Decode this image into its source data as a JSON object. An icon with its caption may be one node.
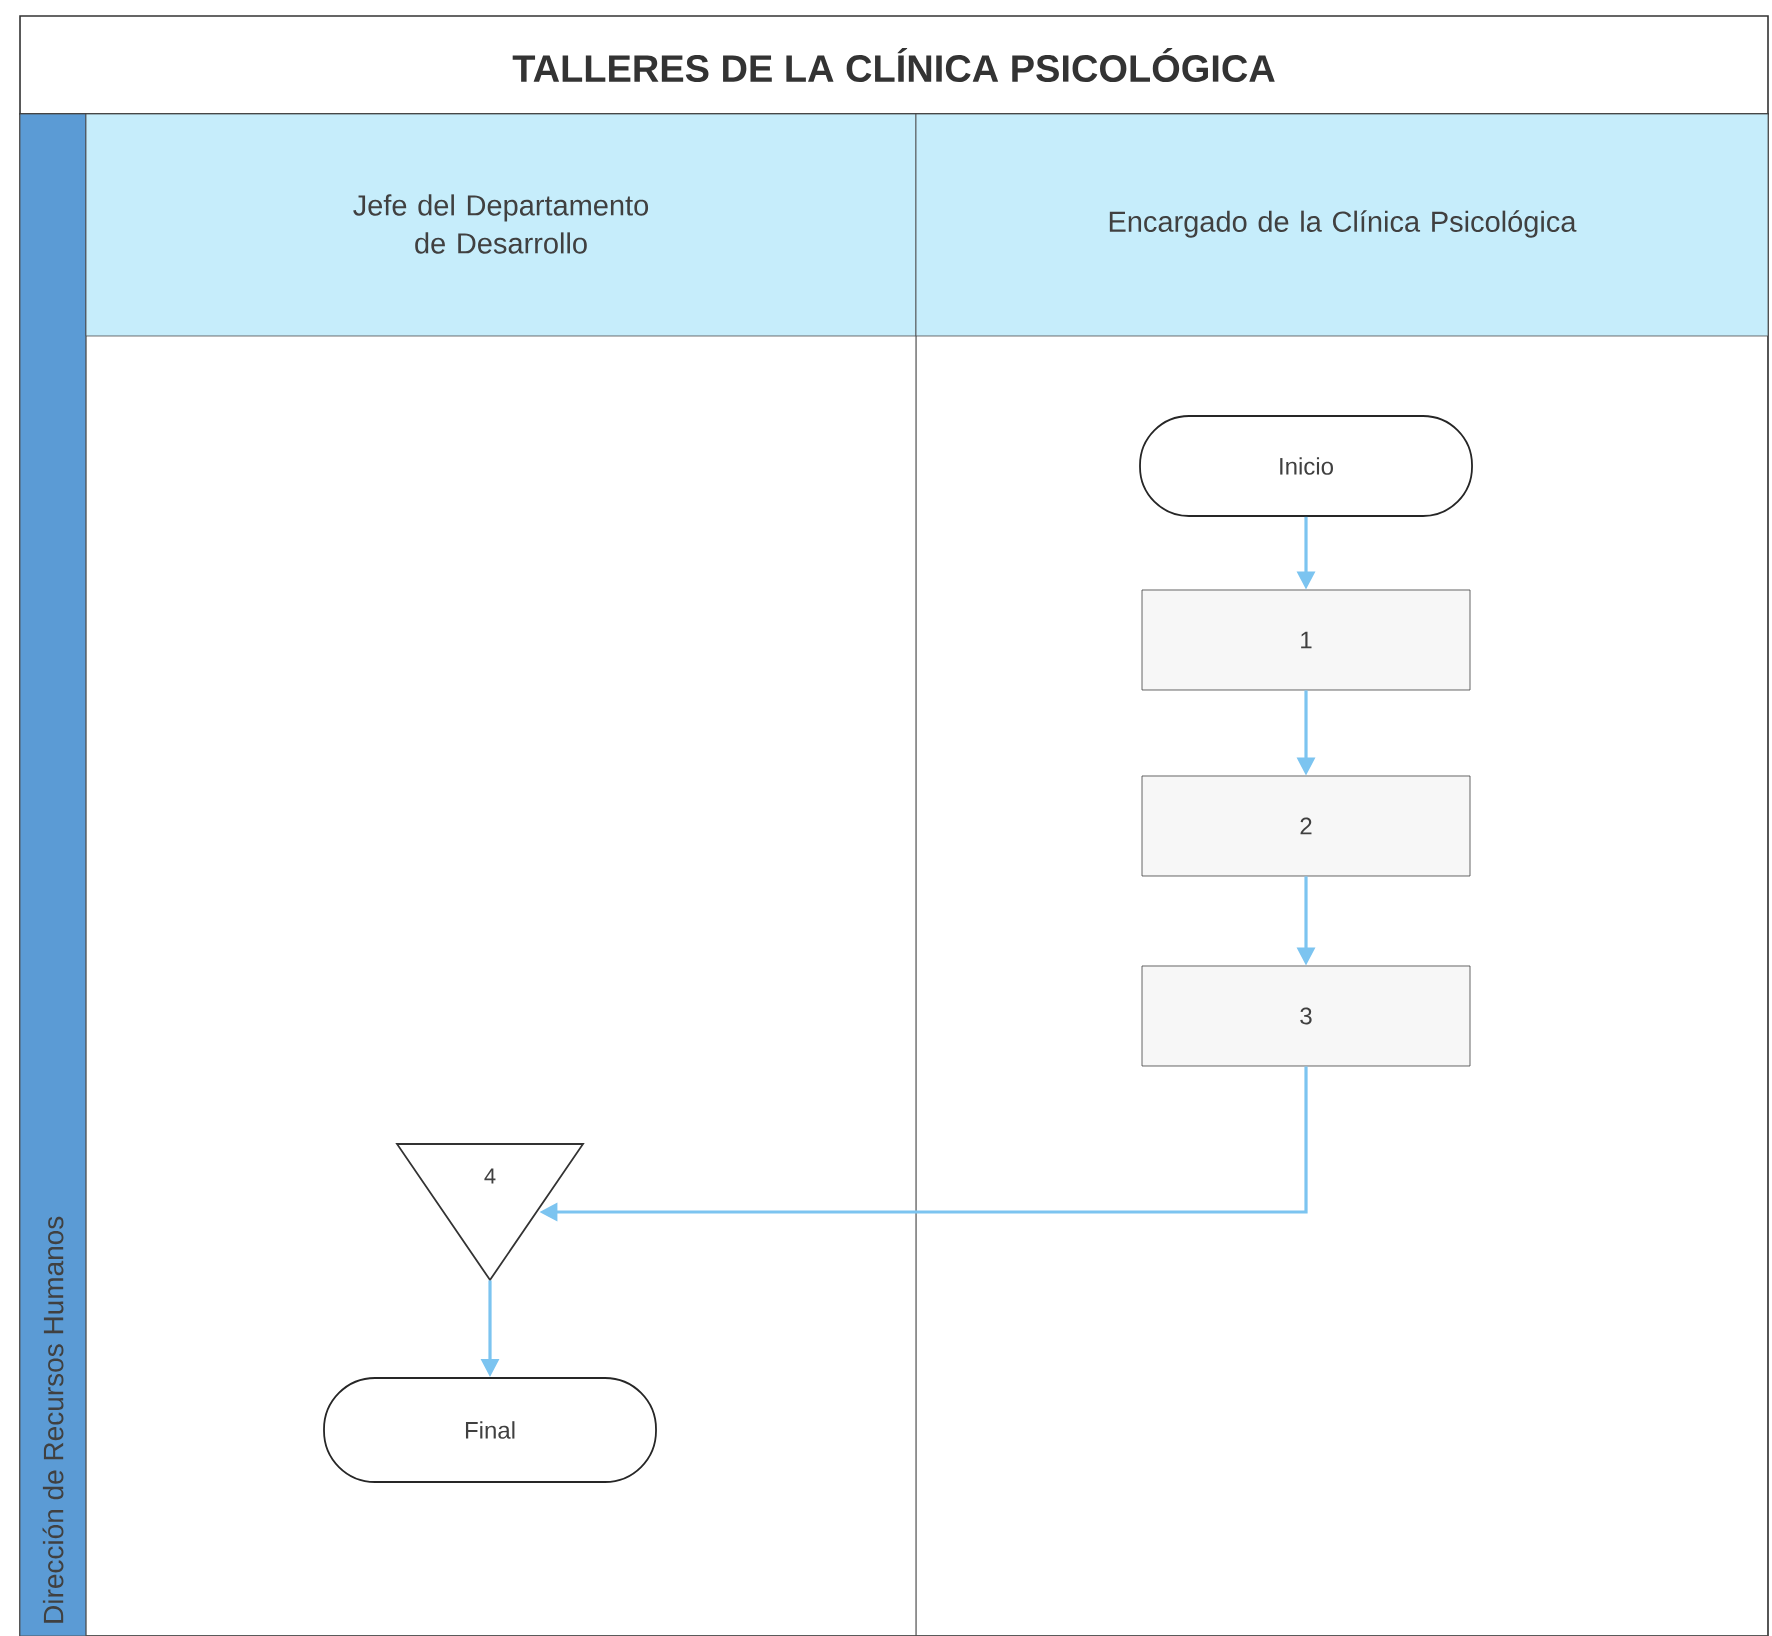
{
  "diagram": {
    "title": "TALLERES DE LA CLÍNICA PSICOLÓGICA",
    "nodes": [
      {
        "text": [
          "Dirección de Recursos Humanos"
        ]
      },
      {
        "text": [
          "Jefe del Departamento de Desarrollo"
        ],
        "in": 0
      },
      {
        "text": [
          "Encargado de la Clínica Psicológica"
        ],
        "in": 0
      },
      {
        "text": [
          "Inicio"
        ],
        "in": 2
      },
      {
        "text": [
          "1"
        ],
        "in": 2
      },
      {
        "text": [
          "2"
        ],
        "in": 2
      },
      {
        "text": [
          "3"
        ],
        "in": 2
      },
      {
        "text": [
          "4"
        ],
        "in": 1
      },
      {
        "text": [
          "Final"
        ],
        "in": 1
      }
    ],
    "edges": [
      {
        "from": 3,
        "to": 4,
        "arrow": "to"
      },
      {
        "from": 4,
        "to": 5,
        "arrow": "to"
      },
      {
        "from": 5,
        "to": 6,
        "arrow": "to"
      },
      {
        "from": 6,
        "to": 7,
        "arrow": "to"
      },
      {
        "from": 7,
        "to": 8,
        "arrow": "to"
      }
    ]
  }
}
